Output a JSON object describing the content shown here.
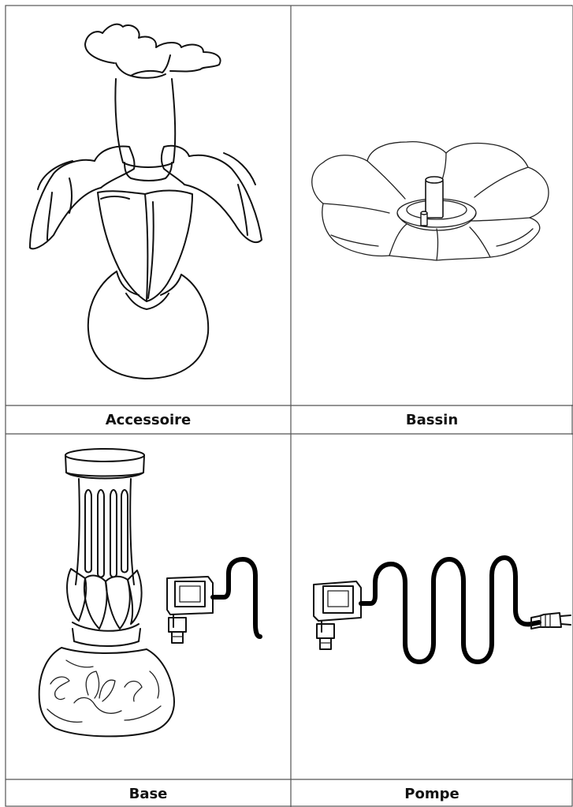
{
  "parts": [
    {
      "label": "Accessoire",
      "icon": "flower-accessory-icon"
    },
    {
      "label": "Bassin",
      "icon": "basin-icon"
    },
    {
      "label": "Base",
      "icon": "pedestal-base-with-pump-icon"
    },
    {
      "label": "Pompe",
      "icon": "pump-with-cable-icon"
    }
  ],
  "colors": {
    "line": "#111111",
    "background": "#ffffff",
    "border": "#555555"
  }
}
